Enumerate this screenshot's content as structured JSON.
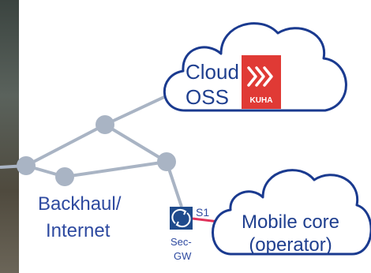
{
  "diagram": {
    "cloud_top": {
      "line1": "Cloud",
      "line2": "OSS",
      "logo_text": "KUHA",
      "logo_icon": "double-chevron-right-icon"
    },
    "cloud_bottom": {
      "line1": "Mobile core",
      "line2": "(operator)"
    },
    "network": {
      "line1": "Backhaul/",
      "line2": "Internet"
    },
    "gateway": {
      "label_line1": "Sec-",
      "label_line2": "GW",
      "interface_label": "S1",
      "icon": "sync-arrows-icon"
    },
    "colors": {
      "cloud_stroke": "#1a3a8f",
      "node_fill": "#a9b4c4",
      "link_stroke": "#a9b4c4",
      "s1_link": "#e0325a",
      "kuha_red": "#e03a35",
      "gateway_fill": "#1f4b8c"
    }
  }
}
